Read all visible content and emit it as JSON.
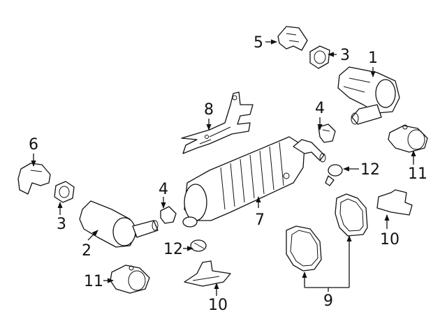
{
  "diagram": {
    "callouts": [
      "1",
      "2",
      "3",
      "3",
      "4",
      "4",
      "5",
      "6",
      "7",
      "8",
      "9",
      "10",
      "10",
      "11",
      "11",
      "12",
      "12"
    ]
  },
  "colors": {
    "line": "#111111",
    "background": "#ffffff"
  }
}
